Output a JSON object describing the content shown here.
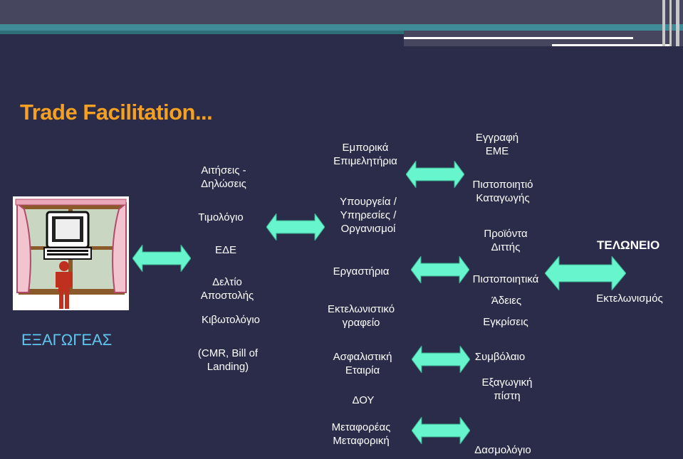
{
  "title": "Trade Facilitation...",
  "exporter": "ΕΞΑΓΩΓΕΑΣ",
  "documents": {
    "applications": [
      "Αιτήσεις -",
      "Δηλώσεις"
    ],
    "invoice": "Τιμολόγιο",
    "ede": "ΕΔΕ",
    "dispatch_note": [
      "Δελτίο",
      "Αποστολής"
    ],
    "packing_list": "Κιβωτολόγιο",
    "cmr": [
      "(CMR, Bill of",
      "Landing)"
    ]
  },
  "agencies": {
    "chambers": [
      "Εμπορικά",
      "Επιμελητήρια"
    ],
    "ministries": [
      "Υπουργεία /",
      "Υπηρεσίες /",
      "Οργανισμοί"
    ],
    "labs": "Εργαστήρια",
    "customs_broker": [
      "Εκτελωνιστικό",
      "γραφείο"
    ],
    "insurance": [
      "Ασφαλιστική",
      "Εταιρία"
    ],
    "tax_office": "ΔΟΥ",
    "transport": [
      "Μεταφορέας",
      "Μεταφορική"
    ]
  },
  "outputs": {
    "registration": [
      "Εγγραφή",
      "ΕΜΕ"
    ],
    "certificate_origin": [
      "Πιστοποιητιό",
      "Καταγωγής"
    ],
    "dual_use": [
      "Προϊόντα",
      "Διττής"
    ],
    "certificates": "Πιστοποιητικά",
    "licenses": "Άδειες",
    "approvals": "Εγκρίσεις",
    "contract": "Συμβόλαιο",
    "export_credit": [
      "Εξαγωγική",
      "πίστη"
    ],
    "tariff": "Δασμολόγιο"
  },
  "customs": {
    "title": "ΤΕΛΩΝΕΙΟ",
    "clearance": "Εκτελωνισμός"
  },
  "colors": {
    "background": "#2b2c4a",
    "title": "#f5a020",
    "exporter": "#5ec6ee",
    "arrow_fill": "#66f5cc",
    "text": "#ffffff"
  }
}
